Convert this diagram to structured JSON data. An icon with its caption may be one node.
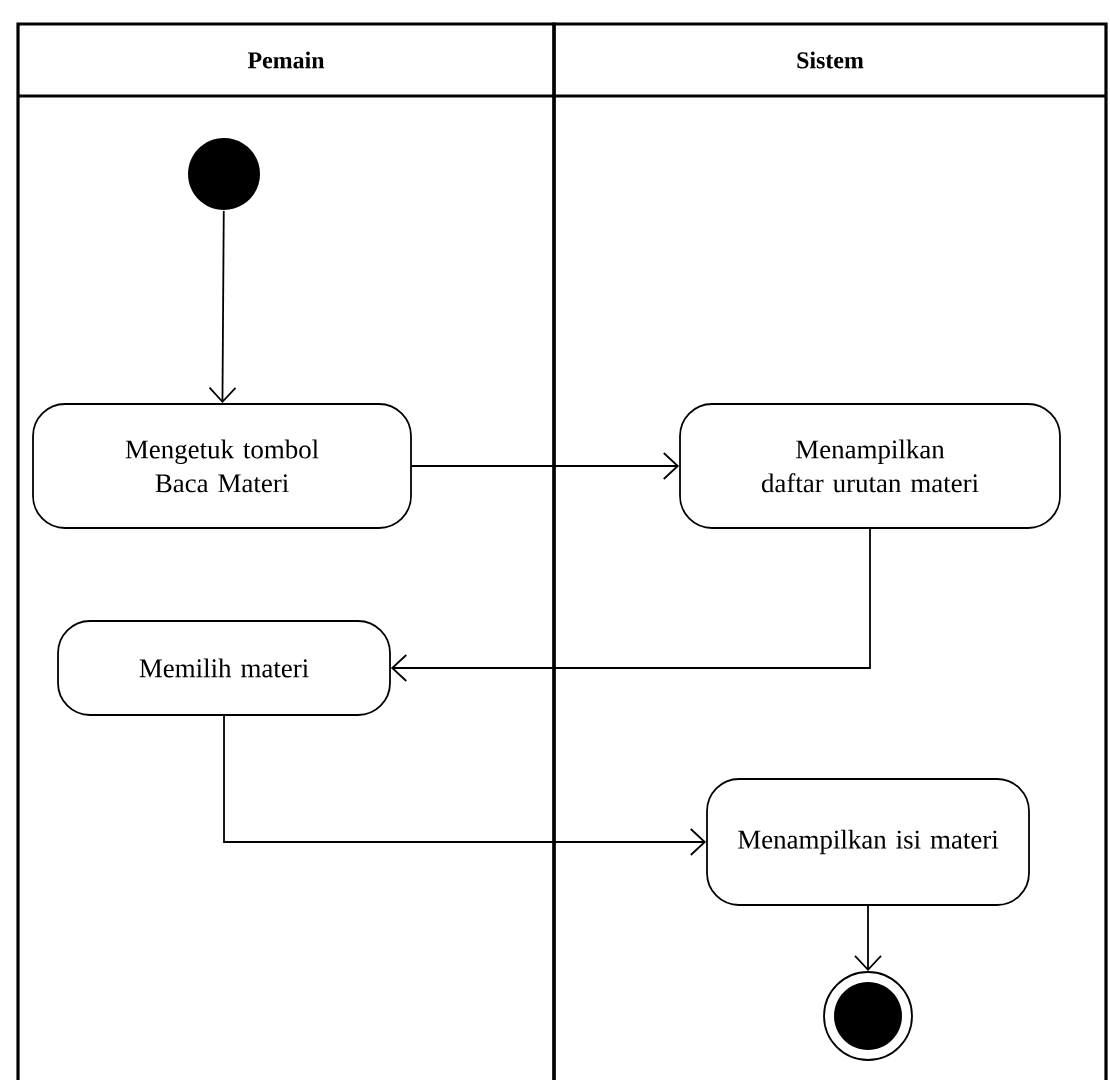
{
  "diagram": {
    "nodes": [
      {
        "text": [
          "Pemain"
        ]
      },
      {
        "text": [
          "Sistem"
        ]
      },
      {
        "text": [],
        "shape": "circle",
        "in": 0
      },
      {
        "text": [
          "Mengetuk tombol Baca Materi"
        ],
        "in": 0
      },
      {
        "text": [
          "Menampilkan daftar urutan materi"
        ],
        "in": 1
      },
      {
        "text": [
          "Memilih materi"
        ],
        "in": 0
      },
      {
        "text": [
          "Menampilkan isi materi"
        ],
        "in": 1
      },
      {
        "text": [],
        "shape": "bullseye",
        "in": 1
      }
    ],
    "edges": [
      {
        "from": 2,
        "to": 3,
        "arrow": "to"
      },
      {
        "from": 3,
        "to": 4,
        "arrow": "to"
      },
      {
        "from": 4,
        "to": 5,
        "arrow": "to"
      },
      {
        "from": 5,
        "to": 6,
        "arrow": "to"
      },
      {
        "from": 6,
        "to": 7,
        "arrow": "to"
      }
    ]
  }
}
